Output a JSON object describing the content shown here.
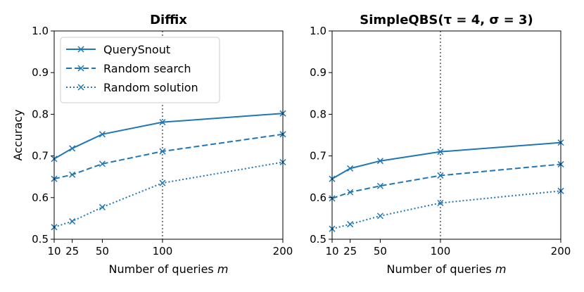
{
  "colors": {
    "series": "#1f77b4",
    "refline": "#808080",
    "axes": "#000000"
  },
  "chart_data": [
    {
      "type": "line",
      "title": "Diffix",
      "xlabel": "Number of queries",
      "xlabel_var": "m",
      "ylabel": "Accuracy",
      "x": [
        10,
        25,
        50,
        100,
        200
      ],
      "xticks": [
        "10",
        "25",
        "50",
        "100",
        "200"
      ],
      "xlim": [
        10,
        200
      ],
      "ylim": [
        0.5,
        1.0
      ],
      "yticks": [
        "0.5",
        "0.6",
        "0.7",
        "0.8",
        "0.9",
        "1.0"
      ],
      "ref_line_x": 100,
      "legend_position": "upper-left",
      "series": [
        {
          "name": "QuerySnout",
          "style": "solid",
          "values": [
            0.693,
            0.718,
            0.752,
            0.781,
            0.802
          ]
        },
        {
          "name": "Random search",
          "style": "dashed",
          "values": [
            0.645,
            0.655,
            0.681,
            0.711,
            0.752
          ]
        },
        {
          "name": "Random solution",
          "style": "dotted",
          "values": [
            0.529,
            0.543,
            0.577,
            0.635,
            0.685
          ]
        }
      ]
    },
    {
      "type": "line",
      "title": "SimpleQBS(τ = 4, σ = 3)",
      "xlabel": "Number of queries",
      "xlabel_var": "m",
      "ylabel": "",
      "x": [
        10,
        25,
        50,
        100,
        200
      ],
      "xticks": [
        "10",
        "25",
        "50",
        "100",
        "200"
      ],
      "xlim": [
        10,
        200
      ],
      "ylim": [
        0.5,
        1.0
      ],
      "yticks": [
        "0.5",
        "0.6",
        "0.7",
        "0.8",
        "0.9",
        "1.0"
      ],
      "ref_line_x": 100,
      "series": [
        {
          "style": "solid",
          "values": [
            0.645,
            0.67,
            0.688,
            0.71,
            0.732
          ]
        },
        {
          "style": "dashed",
          "values": [
            0.598,
            0.613,
            0.628,
            0.653,
            0.68
          ]
        },
        {
          "style": "dotted",
          "values": [
            0.525,
            0.536,
            0.556,
            0.587,
            0.616
          ]
        }
      ]
    }
  ]
}
